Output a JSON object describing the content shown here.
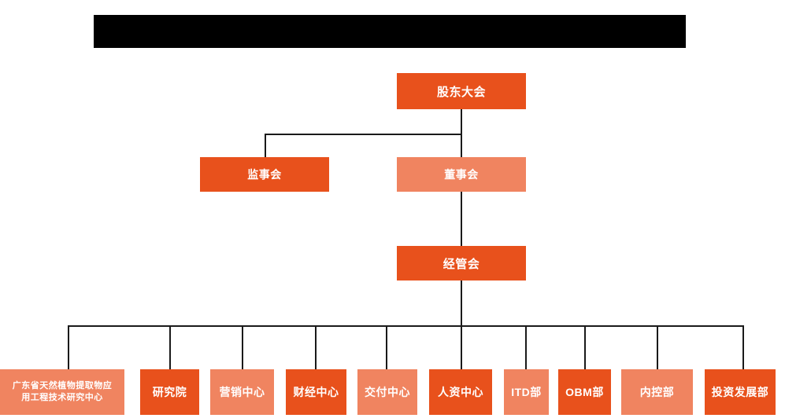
{
  "banner": {
    "text": "",
    "background": "#000000"
  },
  "colors": {
    "dark_orange": "#E8511C",
    "light_orange": "#F08460",
    "line": "#1a1a1a",
    "text": "#ffffff",
    "background": "#ffffff"
  },
  "chart_data": {
    "type": "diagram",
    "diagram_type": "organization-chart",
    "title": "",
    "orientation": "top-down",
    "levels": [
      {
        "level": 1,
        "nodes": [
          "股东大会"
        ]
      },
      {
        "level": 2,
        "nodes": [
          "监事会",
          "董事会"
        ]
      },
      {
        "level": 3,
        "nodes": [
          "经管会"
        ]
      },
      {
        "level": 4,
        "nodes": [
          "广东省天然植物提取物应用工程技术研究中心",
          "研究院",
          "营销中心",
          "财经中心",
          "交付中心",
          "人资中心",
          "ITD部",
          "OBM部",
          "内控部",
          "投资发展部"
        ]
      }
    ],
    "edges": [
      {
        "from": "股东大会",
        "to": "监事会"
      },
      {
        "from": "股东大会",
        "to": "董事会"
      },
      {
        "from": "董事会",
        "to": "经管会"
      },
      {
        "from": "经管会",
        "to": "广东省天然植物提取物应用工程技术研究中心"
      },
      {
        "from": "经管会",
        "to": "研究院"
      },
      {
        "from": "经管会",
        "to": "营销中心"
      },
      {
        "from": "经管会",
        "to": "财经中心"
      },
      {
        "from": "经管会",
        "to": "交付中心"
      },
      {
        "from": "经管会",
        "to": "人资中心"
      },
      {
        "from": "经管会",
        "to": "ITD部"
      },
      {
        "from": "经管会",
        "to": "OBM部"
      },
      {
        "from": "经管会",
        "to": "内控部"
      },
      {
        "from": "经管会",
        "to": "投资发展部"
      }
    ]
  },
  "nodes": {
    "shareholders_meeting": {
      "label": "股东大会",
      "shade": "dark"
    },
    "board_of_supervisors": {
      "label": "监事会",
      "shade": "dark"
    },
    "board_of_directors": {
      "label": "董事会",
      "shade": "light"
    },
    "management_committee": {
      "label": "经管会",
      "shade": "dark"
    },
    "dept_01": {
      "label": "广东省天然植物提取物应用工程技术研究中心",
      "line1": "广东省天然植物提取物应",
      "line2": "用工程技术研究中心",
      "shade": "light"
    },
    "dept_02": {
      "label": "研究院",
      "shade": "dark"
    },
    "dept_03": {
      "label": "营销中心",
      "shade": "light"
    },
    "dept_04": {
      "label": "财经中心",
      "shade": "dark"
    },
    "dept_05": {
      "label": "交付中心",
      "shade": "light"
    },
    "dept_06": {
      "label": "人资中心",
      "shade": "dark"
    },
    "dept_07": {
      "label": "ITD部",
      "shade": "light"
    },
    "dept_08": {
      "label": "OBM部",
      "shade": "dark"
    },
    "dept_09": {
      "label": "内控部",
      "shade": "light"
    },
    "dept_10": {
      "label": "投资发展部",
      "shade": "dark"
    }
  }
}
